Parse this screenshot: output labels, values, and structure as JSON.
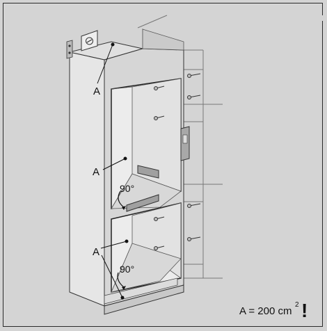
{
  "labels": {
    "a_top": "A",
    "a_upper": "A",
    "a_lower": "A",
    "angle_upper": "90°",
    "angle_lower": "90°"
  },
  "formula": {
    "text": "A = 200 cm",
    "exponent": "2",
    "exclaim": "!"
  }
}
